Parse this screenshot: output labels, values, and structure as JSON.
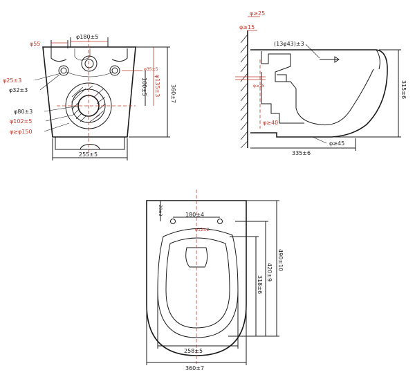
{
  "colors": {
    "line": "#1a1a1a",
    "accent": "#c0392b",
    "background": "#ffffff"
  },
  "front_view": {
    "dims": {
      "d55": "φ55",
      "d180": "φ180±5",
      "d25": "φ25±3",
      "d32": "φ32±3",
      "d35": "φ35±5",
      "d80": "φ80±3",
      "d102": "φ102±5",
      "d150": "φ≥φ150",
      "v100": "100±5",
      "v135": "φ135±3",
      "v360": "360±7",
      "h255": "255±5"
    }
  },
  "side_view": {
    "dims": {
      "top25": "φ≥25",
      "top15": "φ≥15",
      "pipe": "(13φ43)±3",
      "d25b": "φ≥25",
      "d40": "φ≥40",
      "d45": "φ≥45",
      "h335": "335±6",
      "v315": "315±6"
    }
  },
  "top_view": {
    "dims": {
      "v20": "20±3",
      "h180": "180±4",
      "d12": "φ12±2",
      "v318": "318±6",
      "v420": "420±9",
      "v490": "490±10",
      "h258": "258±5",
      "h360": "360±7"
    }
  }
}
